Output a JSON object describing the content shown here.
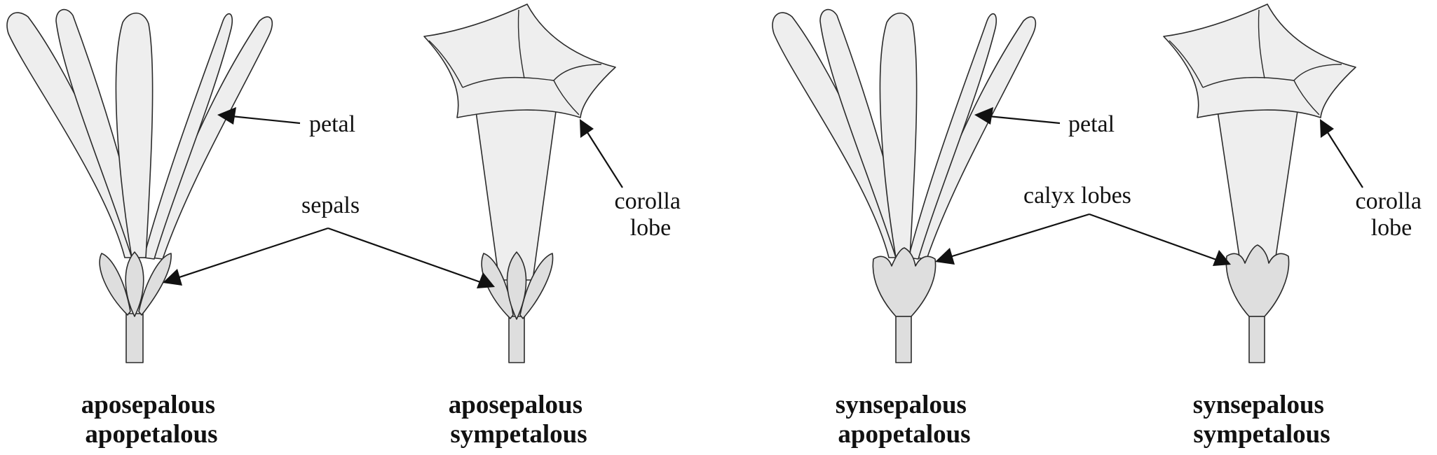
{
  "labels": {
    "petal_1": "petal",
    "sepals": "sepals",
    "corolla_lobe_1": [
      "corolla",
      "lobe"
    ],
    "petal_2": "petal",
    "calyx_lobes": "calyx lobes",
    "corolla_lobe_2": [
      "corolla",
      "lobe"
    ]
  },
  "captions": [
    [
      "aposepalous",
      "apopetalous"
    ],
    [
      "aposepalous",
      "sympetalous"
    ],
    [
      "synsepalous",
      "apopetalous"
    ],
    [
      "synsepalous",
      "sympetalous"
    ]
  ],
  "colors": {
    "petal_fill": "#eeeeee",
    "sepal_fill": "#dedede",
    "outline": "#2b2b2b",
    "text": "#111111"
  }
}
